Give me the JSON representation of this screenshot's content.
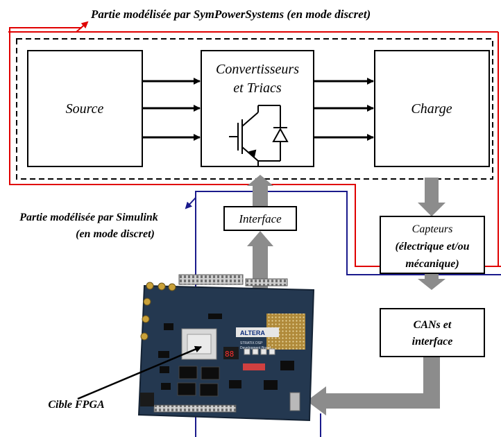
{
  "labels": {
    "sps_region": "Partie modélisée par SymPowerSystems (en mode discret)",
    "simulink_region_line1": "Partie modélisée par Simulink",
    "simulink_region_line2": "(en mode discret)",
    "fpga_target": "Cible FPGA"
  },
  "blocks": {
    "source": "Source",
    "converters_line1": "Convertisseurs",
    "converters_line2": "et Triacs",
    "load": "Charge",
    "interface": "Interface",
    "sensors_line1": "Capteurs",
    "sensors_line2": "(électrique et/ou",
    "sensors_line3": "mécanique)",
    "adc_line1": "CANs et",
    "adc_line2": "interface"
  },
  "board": {
    "brand": "ALTERA",
    "product_line1": "STRATIX DSP",
    "product_line2": "Development Board"
  },
  "colors": {
    "sps_border": "#e00000",
    "simulink_border": "#1a1a8c",
    "arrow_gray": "#8c8c8c",
    "board_pcb": "#243850"
  }
}
